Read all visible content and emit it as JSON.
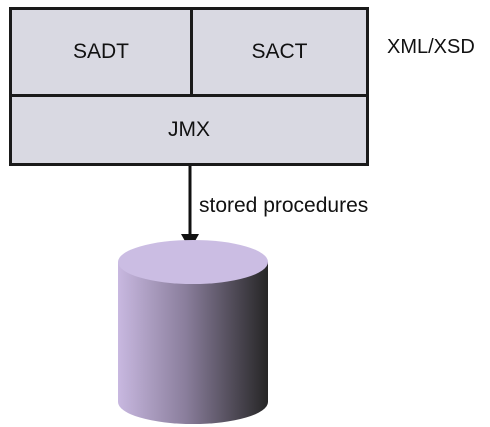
{
  "layers": {
    "sadt": "SADT",
    "sact": "SACT",
    "jmx": "JMX"
  },
  "side_label": "XML/XSD",
  "connector_label": "stored procedures",
  "colors": {
    "box_fill": "#d9d9e2",
    "border": "#1a1a1a",
    "cylinder_light": "#c4b4dc",
    "cylinder_dark": "#2a2a2a"
  }
}
